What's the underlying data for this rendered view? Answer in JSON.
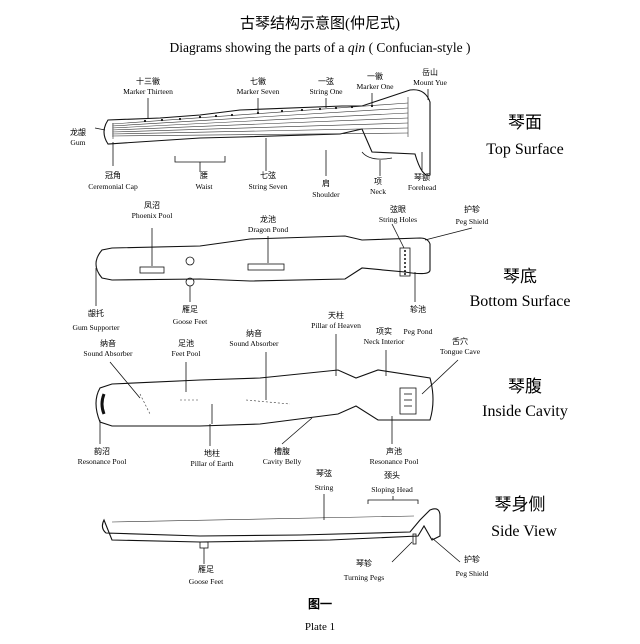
{
  "header": {
    "title_zh": "古琴结构示意图(仲尼式)",
    "title_en_prefix": "Diagrams showing the parts of a ",
    "title_en_italic": "qin",
    "title_en_suffix": " ( Confucian-style )"
  },
  "sections": {
    "top": {
      "zh": "琴面",
      "en": "Top Surface"
    },
    "bottom": {
      "zh": "琴底",
      "en": "Bottom Surface"
    },
    "inside": {
      "zh": "琴腹",
      "en": "Inside Cavity"
    },
    "side": {
      "zh": "琴身侧",
      "en": "Side View"
    }
  },
  "labels": {
    "top": {
      "marker13": {
        "zh": "十三徽",
        "en": "Marker Thirteen"
      },
      "marker7": {
        "zh": "七徽",
        "en": "Marker Seven"
      },
      "string1": {
        "zh": "一弦",
        "en": "String One"
      },
      "marker1": {
        "zh": "一徽",
        "en": "Marker One"
      },
      "mountyue": {
        "zh": "岳山",
        "en": "Mount Yue"
      },
      "gum": {
        "zh": "龙龈",
        "en": "Gum"
      },
      "cap": {
        "zh": "冠角",
        "en": "Ceremonial Cap"
      },
      "waist": {
        "zh": "腰",
        "en": "Waist"
      },
      "string7": {
        "zh": "七弦",
        "en": "String Seven"
      },
      "shoulder": {
        "zh": "肩",
        "en": "Shoulder"
      },
      "neck": {
        "zh": "项",
        "en": "Neck"
      },
      "forehead": {
        "zh": "琴额",
        "en": "Forehead"
      }
    },
    "bottom": {
      "phoenix": {
        "zh": "凤沼",
        "en": "Phoenix Pool"
      },
      "dragon": {
        "zh": "龙池",
        "en": "Dragon Pond"
      },
      "holes": {
        "zh": "弦眼",
        "en": "String Holes"
      },
      "pegshield": {
        "zh": "护轸",
        "en": "Peg Shield"
      },
      "gumsup": {
        "zh": "龈托",
        "en": "Gum Supporter"
      },
      "goose": {
        "zh": "雁足",
        "en": "Goose Feet"
      },
      "pegpond": {
        "zh": "轸池",
        "en": "Peg Pond"
      }
    },
    "inside": {
      "sound1": {
        "zh": "纳音",
        "en": "Sound Absorber"
      },
      "feetpool": {
        "zh": "足池",
        "en": "Feet Pool"
      },
      "sound2": {
        "zh": "纳音",
        "en": "Sound Absorber"
      },
      "heaven": {
        "zh": "天柱",
        "en": "Pillar of Heaven"
      },
      "neckint": {
        "zh": "项实",
        "en": "Neck Interior"
      },
      "tongue": {
        "zh": "舌穴",
        "en": "Tongue Cave"
      },
      "respool1": {
        "zh": "韵沼",
        "en": "Resonance Pool"
      },
      "earth": {
        "zh": "地柱",
        "en": "Pillar of Earth"
      },
      "belly": {
        "zh": "槽腹",
        "en": "Cavity Belly"
      },
      "respool2": {
        "zh": "声池",
        "en": "Resonance Pool"
      }
    },
    "side": {
      "string": {
        "zh": "琴弦",
        "en": "String"
      },
      "sloping": {
        "zh": "颈头",
        "en": "Sloping Head"
      },
      "goose": {
        "zh": "雁足",
        "en": "Goose Feet"
      },
      "pegs": {
        "zh": "琴轸",
        "en": "Turning Pegs"
      },
      "pegshield": {
        "zh": "护轸",
        "en": "Peg Shield"
      }
    }
  },
  "plate": {
    "zh": "图一",
    "en": "Plate 1"
  }
}
